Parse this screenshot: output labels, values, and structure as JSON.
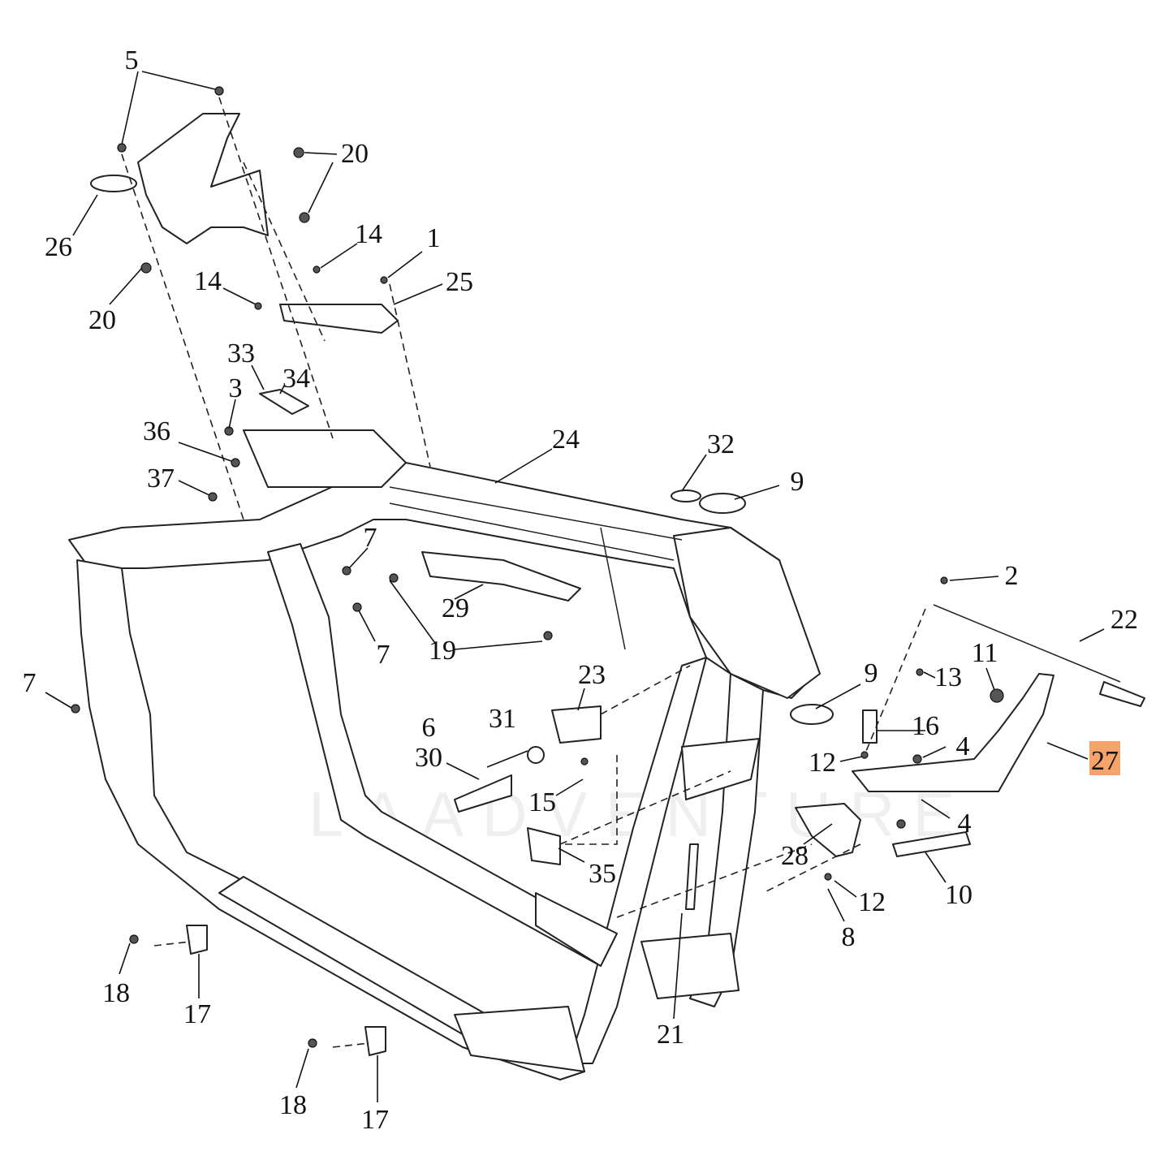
{
  "diagram": {
    "title": "Motorcycle frame exploded parts diagram",
    "highlight_color": "#f5a36b",
    "highlighted_callout": "27",
    "watermark": "LAADVENTURE",
    "callouts": [
      "5",
      "20",
      "26",
      "20",
      "14",
      "1",
      "25",
      "14",
      "33",
      "34",
      "3",
      "36",
      "37",
      "24",
      "32",
      "9",
      "7",
      "29",
      "19",
      "7",
      "2",
      "22",
      "7",
      "23",
      "9",
      "13",
      "11",
      "6",
      "31",
      "16",
      "30",
      "12",
      "4",
      "27",
      "15",
      "4",
      "28",
      "35",
      "10",
      "12",
      "8",
      "18",
      "17",
      "21",
      "18",
      "17"
    ]
  }
}
